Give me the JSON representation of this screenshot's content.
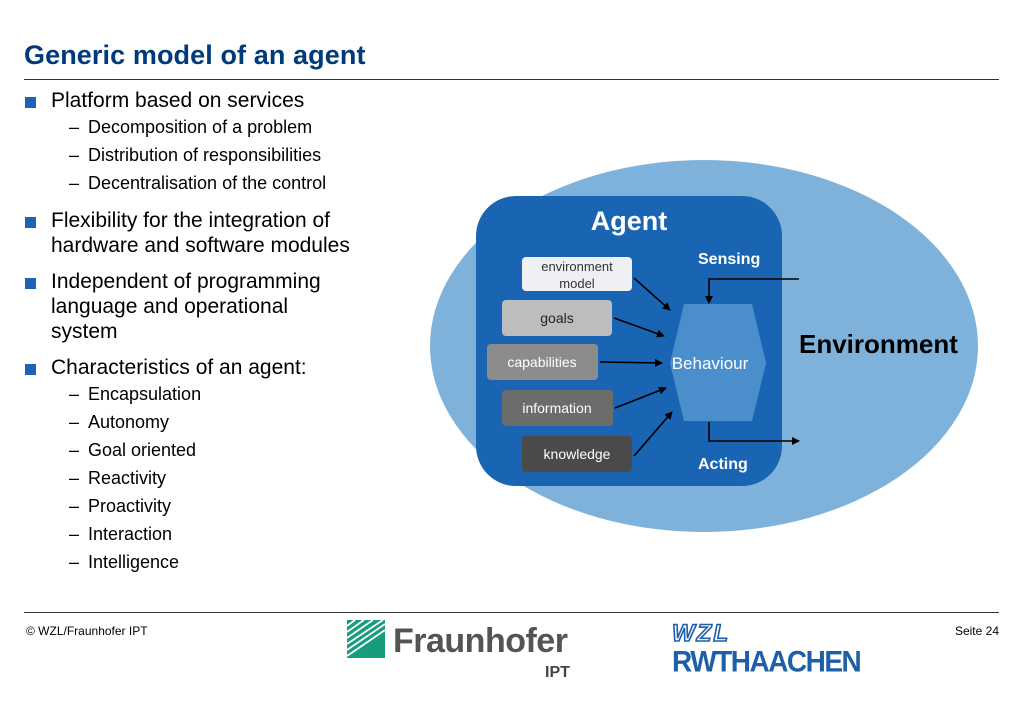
{
  "header": {
    "title": "Generic model of an agent"
  },
  "bullets": [
    {
      "text": "Platform based on services",
      "subs": [
        "Decomposition of a problem",
        "Distribution of responsibilities",
        "Decentralisation of the control"
      ]
    },
    {
      "lines": [
        "Flexibility for the integration of",
        "hardware and software modules"
      ]
    },
    {
      "lines": [
        "Independent of programming",
        "language and operational",
        "system"
      ]
    },
    {
      "text": "Characteristics of an agent:",
      "subs": [
        "Encapsulation",
        "Autonomy",
        "Goal oriented",
        "Reactivity",
        "Proactivity",
        "Interaction",
        "Intelligence"
      ]
    }
  ],
  "diagram": {
    "agent_label": "Agent",
    "environment_label": "Environment",
    "sensing_label": "Sensing",
    "acting_label": "Acting",
    "behaviour_label": "Behaviour",
    "components": [
      {
        "lines": [
          "environment",
          "model"
        ]
      },
      {
        "lines": [
          "goals"
        ]
      },
      {
        "lines": [
          "capabilities"
        ]
      },
      {
        "lines": [
          "information"
        ]
      },
      {
        "lines": [
          "knowledge"
        ]
      }
    ],
    "colors": {
      "environment_fill": "#7fb2da",
      "agent_fill": "#1a64b4",
      "behaviour_fill": "#4a8fcb",
      "component_fills": [
        "#eef0f3",
        "#bcbdbf",
        "#8c8c8c",
        "#6c6c6c",
        "#4a4a4a"
      ]
    }
  },
  "footer": {
    "copyright": "© WZL/Fraunhofer IPT",
    "page": "Seite 24",
    "logo_fraunhofer": "Fraunhofer",
    "logo_fraunhofer_unit": "IPT",
    "logo_wzl": "WZL",
    "logo_rwth": "RWTHAACHEN"
  }
}
